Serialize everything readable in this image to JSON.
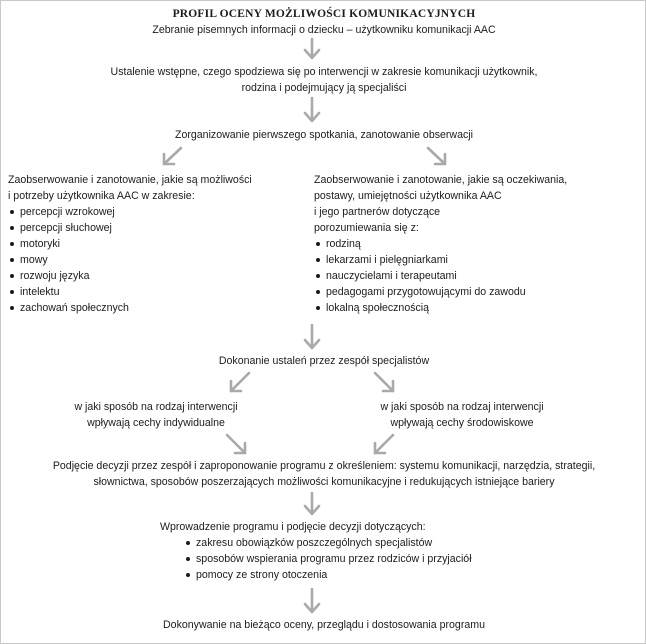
{
  "title": "PROFIL OCENY MOŻLIWOŚCI KOMUNIKACYJNYCH",
  "step1": "Zebranie pisemnych informacji o dziecku – użytkowniku komunikacji AAC",
  "step2": {
    "line1": "Ustalenie wstępne, czego spodziewa się po interwencji w zakresie komunikacji użytkownik,",
    "line2": "rodzina i podejmujący ją specjaliści"
  },
  "step3": "Zorganizowanie pierwszego spotkania, zanotowanie obserwacji",
  "left_block": {
    "lines": [
      "Zaobserwowanie i zanotowanie, jakie są możliwości",
      "i potrzeby użytkownika AAC w zakresie:"
    ],
    "items": [
      "percepcji wzrokowej",
      "percepcji słuchowej",
      "motoryki",
      "mowy",
      "rozwoju języka",
      "intelektu",
      "zachowań społecznych"
    ]
  },
  "right_block": {
    "lines": [
      "Zaobserwowanie i zanotowanie, jakie są oczekiwania,",
      "postawy, umiejętności użytkownika AAC",
      "i jego partnerów dotyczące",
      "porozumiewania się z:"
    ],
    "items": [
      "rodziną",
      "lekarzami i pielęgniarkami",
      "nauczycielami i terapeutami",
      "pedagogami przygotowującymi do zawodu",
      "lokalną społecznością"
    ]
  },
  "step5": "Dokonanie ustaleń przez zespół specjalistów",
  "left_impact": {
    "line1": "w jaki sposób na rodzaj interwencji",
    "line2": "wpływają cechy indywidualne"
  },
  "right_impact": {
    "line1": "w jaki sposób na rodzaj interwencji",
    "line2": "wpływają cechy środowiskowe"
  },
  "step7": {
    "line1": "Podjęcie decyzji przez zespół i zaproponowanie programu z określeniem: systemu komunikacji, narzędzia, strategii,",
    "line2": "słownictwa, sposobów poszerzających możliwości komunikacyjne i redukujących istniejące bariery"
  },
  "step8": {
    "heading": "Wprowadzenie programu i podjęcie decyzji dotyczących:",
    "items": [
      "zakresu obowiązków poszczególnych specjalistów",
      "sposobów wspierania programu przez rodziców i przyjaciół",
      "pomocy ze strony otoczenia"
    ]
  },
  "step9": "Dokonywanie na bieżąco oceny, przeglądu i dostosowania programu",
  "arrow_color": "#a9a9a9"
}
